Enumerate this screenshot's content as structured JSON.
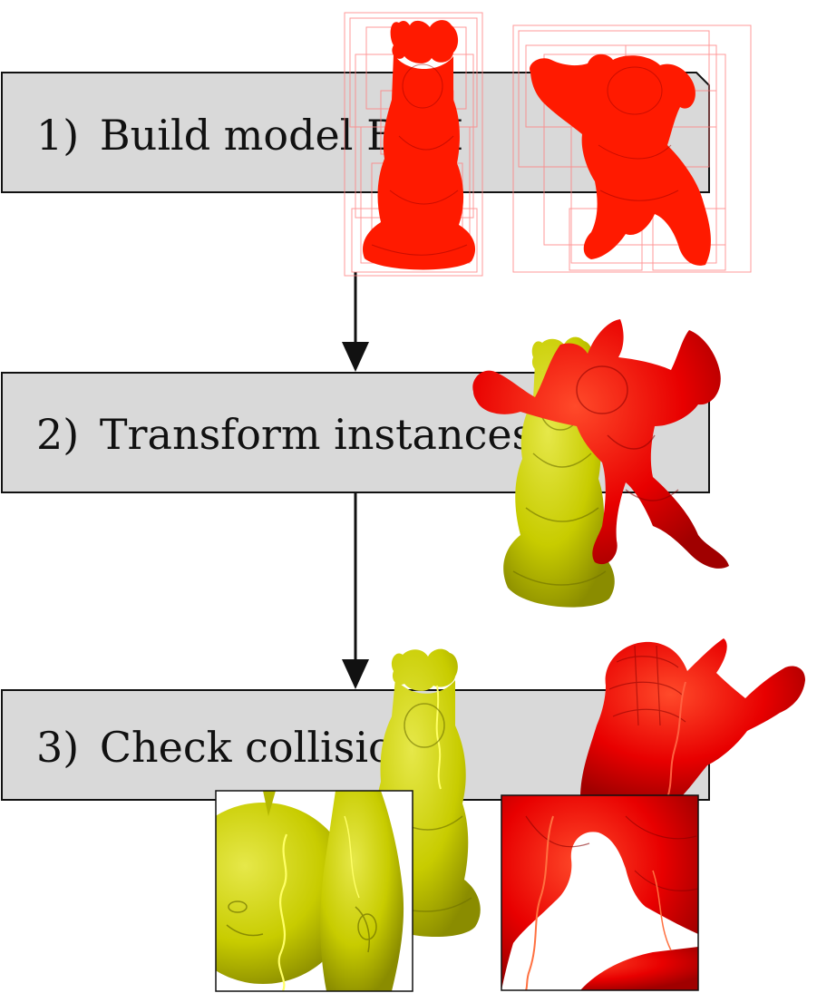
{
  "steps": [
    {
      "number": "1)",
      "label": "Build model BVH"
    },
    {
      "number": "2)",
      "label": "Transform instances"
    },
    {
      "number": "3)",
      "label": "Check collisions"
    }
  ],
  "colors": {
    "box_fill": "#d9d9d9",
    "box_stroke": "#111111",
    "model_red": "#ff1a00",
    "model_red_dark": "#cc0000",
    "model_yellow": "#c8cc00",
    "model_yellow_dark": "#8a8c00",
    "bvh_box_stroke": "#ff8080",
    "crack_highlight": "#ffff66"
  },
  "illustrations": [
    {
      "icon": "buddha-bvh-icon",
      "step": 1
    },
    {
      "icon": "armadillo-bvh-icon",
      "step": 1
    },
    {
      "icon": "buddha-transformed-icon",
      "step": 2
    },
    {
      "icon": "armadillo-transformed-icon",
      "step": 2
    },
    {
      "icon": "buddha-collision-icon",
      "step": 3
    },
    {
      "icon": "armadillo-collision-icon",
      "step": 3
    },
    {
      "icon": "buddha-zoom-inset-icon",
      "step": 3
    },
    {
      "icon": "armadillo-zoom-inset-icon",
      "step": 3
    }
  ]
}
